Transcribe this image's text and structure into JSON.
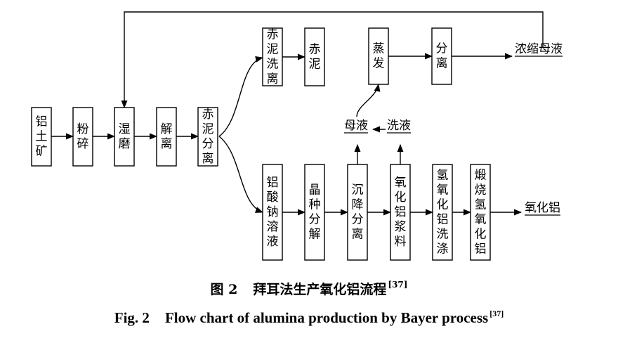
{
  "nodes": [
    {
      "id": "bauxite",
      "label": "铝土矿"
    },
    {
      "id": "crush",
      "label": "粉碎"
    },
    {
      "id": "wet_grind",
      "label": "湿磨"
    },
    {
      "id": "digest",
      "label": "解离"
    },
    {
      "id": "red_mud_sep",
      "label": "赤泥分离"
    },
    {
      "id": "red_mud_wash",
      "label": "赤泥洗离"
    },
    {
      "id": "red_mud",
      "label": "赤泥"
    },
    {
      "id": "evaporate",
      "label": "蒸发"
    },
    {
      "id": "separate",
      "label": "分离"
    },
    {
      "id": "aluminate_sol",
      "label": "铝酸钠溶液"
    },
    {
      "id": "seed_decomp",
      "label": "晶种分解"
    },
    {
      "id": "settle_sep",
      "label": "沉降分离"
    },
    {
      "id": "hydroxide_slurry",
      "label": "氧化铝浆料"
    },
    {
      "id": "hydroxide_wash",
      "label": "氢氧化铝洗涤"
    },
    {
      "id": "calcine",
      "label": "煅烧氢氧化铝"
    }
  ],
  "labels": {
    "concentrated_liquor": "浓缩母液",
    "mother_liquor": "母液",
    "wash_liquor": "洗液",
    "alumina": "氧化铝"
  },
  "edges": [
    [
      "bauxite",
      "crush"
    ],
    [
      "crush",
      "wet_grind"
    ],
    [
      "wet_grind",
      "digest"
    ],
    [
      "digest",
      "red_mud_sep"
    ],
    [
      "red_mud_sep",
      "red_mud_wash"
    ],
    [
      "red_mud_sep",
      "aluminate_sol"
    ],
    [
      "red_mud_wash",
      "red_mud"
    ],
    [
      "evaporate",
      "separate"
    ],
    [
      "separate",
      "concentrated_liquor"
    ],
    [
      "concentrated_liquor",
      "wet_grind"
    ],
    [
      "aluminate_sol",
      "seed_decomp"
    ],
    [
      "seed_decomp",
      "settle_sep"
    ],
    [
      "settle_sep",
      "hydroxide_slurry"
    ],
    [
      "hydroxide_slurry",
      "hydroxide_wash"
    ],
    [
      "hydroxide_wash",
      "calcine"
    ],
    [
      "calcine",
      "alumina"
    ],
    [
      "settle_sep",
      "mother_liquor"
    ],
    [
      "hydroxide_slurry",
      "wash_liquor"
    ],
    [
      "wash_liquor",
      "mother_liquor"
    ],
    [
      "mother_liquor",
      "evaporate"
    ]
  ],
  "caption": {
    "cn_fig": "图 2",
    "cn_title": "拜耳法生产氧化铝流程",
    "en_fig": "Fig. 2",
    "en_title": "Flow chart of alumina production by Bayer process",
    "ref": "[37]"
  }
}
